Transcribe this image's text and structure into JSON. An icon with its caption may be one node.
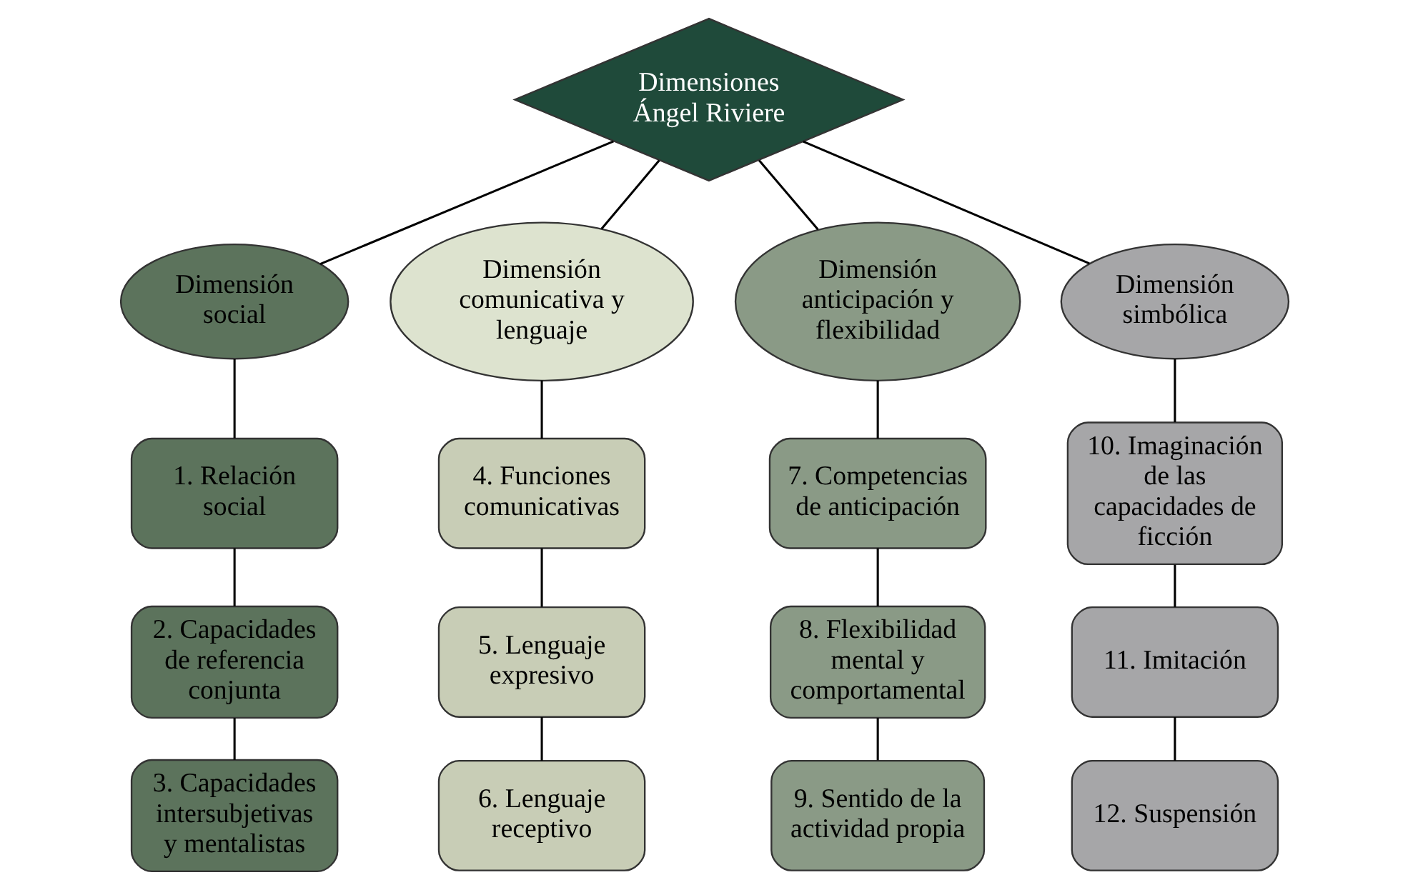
{
  "diagram": {
    "nodes": [
      {
        "text": [
          "Dimensiones Ángel Riviere"
        ]
      },
      {
        "text": [
          "Dimensión social"
        ]
      },
      {
        "text": [
          "Dimensión comunicativa y lenguaje"
        ]
      },
      {
        "text": [
          "Dimensión anticipación y flexibilidad"
        ]
      },
      {
        "text": [
          "Dimensión simbólica"
        ]
      },
      {
        "text": [
          "1. Relación social"
        ]
      },
      {
        "text": [
          "2. Capacidades de referencia conjunta"
        ]
      },
      {
        "text": [
          "3. Capacidades intersubjetivas y mentalistas"
        ]
      },
      {
        "text": [
          "4. Funciones comunicativas"
        ]
      },
      {
        "text": [
          "5. Lenguaje expresivo"
        ]
      },
      {
        "text": [
          "6. Lenguaje receptivo"
        ]
      },
      {
        "text": [
          "7. Competencias de anticipación"
        ]
      },
      {
        "text": [
          "8. Flexibilidad mental y comportamental"
        ]
      },
      {
        "text": [
          "9. Sentido de la actividad propia"
        ]
      },
      {
        "text": [
          "10. Imaginación de las capacidades de ficción"
        ]
      },
      {
        "text": [
          "11. Imitación"
        ]
      },
      {
        "text": [
          "12. Suspensión"
        ]
      }
    ],
    "edges": [
      {
        "from": 0,
        "to": 1,
        "arrow": "none"
      },
      {
        "from": 0,
        "to": 2,
        "arrow": "none"
      },
      {
        "from": 0,
        "to": 3,
        "arrow": "none"
      },
      {
        "from": 0,
        "to": 4,
        "arrow": "none"
      },
      {
        "from": 1,
        "to": 5,
        "arrow": "none"
      },
      {
        "from": 5,
        "to": 6,
        "arrow": "none"
      },
      {
        "from": 6,
        "to": 7,
        "arrow": "none"
      },
      {
        "from": 2,
        "to": 8,
        "arrow": "none"
      },
      {
        "from": 8,
        "to": 9,
        "arrow": "none"
      },
      {
        "from": 9,
        "to": 10,
        "arrow": "none"
      },
      {
        "from": 3,
        "to": 11,
        "arrow": "none"
      },
      {
        "from": 11,
        "to": 12,
        "arrow": "none"
      },
      {
        "from": 12,
        "to": 13,
        "arrow": "none"
      },
      {
        "from": 4,
        "to": 14,
        "arrow": "none"
      },
      {
        "from": 14,
        "to": 15,
        "arrow": "none"
      },
      {
        "from": 15,
        "to": 16,
        "arrow": "none"
      }
    ]
  }
}
